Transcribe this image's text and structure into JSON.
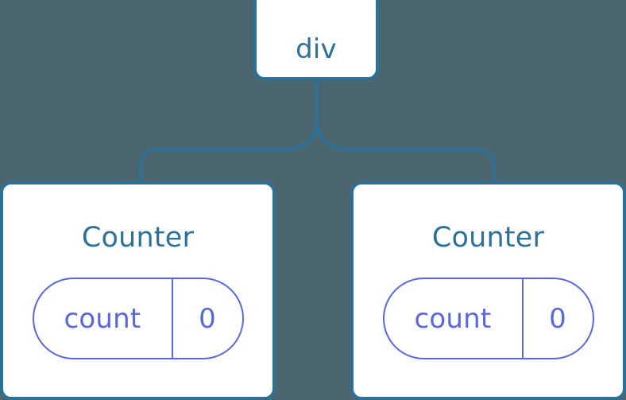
{
  "diagram": {
    "background_color": "#4c6670",
    "node_stroke_color": "#2e7198",
    "node_fill_color": "#ffffff",
    "state_stroke_color": "#5b68d8",
    "state_text_color": "#5b68d8",
    "connector_color": "#2e7198",
    "root": {
      "label": "div"
    },
    "children": [
      {
        "title": "Counter",
        "state": {
          "key": "count",
          "value": "0"
        }
      },
      {
        "title": "Counter",
        "state": {
          "key": "count",
          "value": "0"
        }
      }
    ]
  }
}
